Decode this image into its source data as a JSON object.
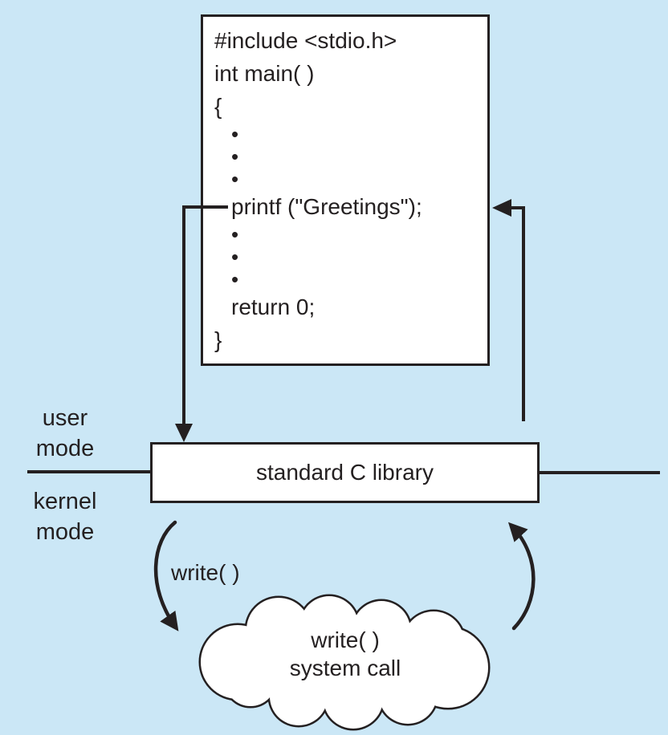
{
  "figure": {
    "background_color": "#cbe7f6",
    "ink_color": "#242021",
    "box_fill_color": "#ffffff"
  },
  "code_box": {
    "lines": [
      {
        "text": "#include <stdio.h>"
      },
      {
        "text": "int main( )"
      },
      {
        "text": "{"
      },
      {
        "text": "•"
      },
      {
        "text": "•"
      },
      {
        "text": "•"
      },
      {
        "text": "printf (\"Greetings\");"
      },
      {
        "text": "•"
      },
      {
        "text": "•"
      },
      {
        "text": "•"
      },
      {
        "text": "return 0;"
      },
      {
        "text": "}"
      }
    ]
  },
  "mode_labels": {
    "user_line1": "user",
    "user_line2": "mode",
    "kernel_line1": "kernel",
    "kernel_line2": "mode"
  },
  "library_box": {
    "label": "standard C library"
  },
  "write_arrow_label": "write( )",
  "cloud": {
    "line1": "write( )",
    "line2": "system call"
  }
}
